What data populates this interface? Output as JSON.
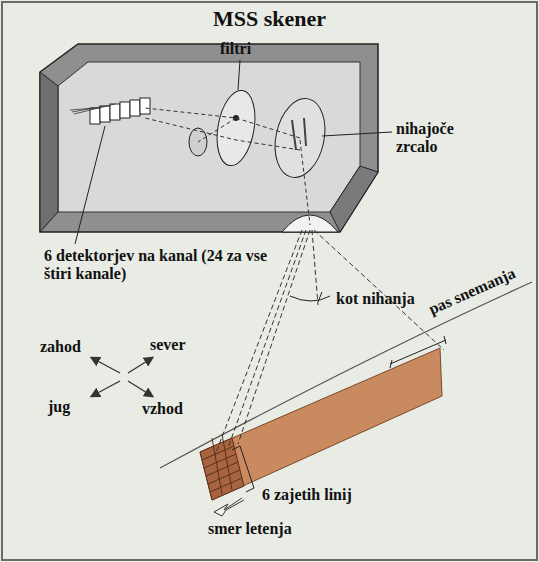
{
  "diagram": {
    "title": "MSS skener",
    "labels": [
      "filtri",
      "nihajoče zrcalo",
      "6 detektorjev na kanal (24 za vse štiri kanale)",
      "kot nihanja",
      "zahod",
      "sever",
      "pas snemanja",
      "jug",
      "vzhod",
      "6 zajetih linij",
      "smer letenja"
    ]
  }
}
